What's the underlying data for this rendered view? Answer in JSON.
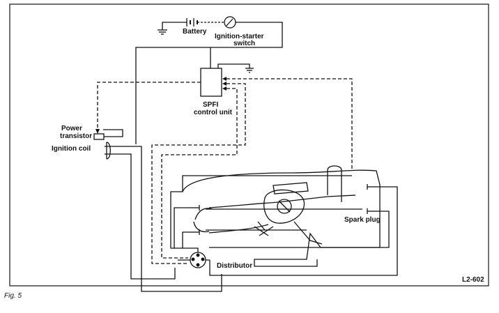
{
  "labels": {
    "battery": "Battery",
    "switch_line1": "Ignition-starter",
    "switch_line2": "switch",
    "ecu_line1": "SPFI",
    "ecu_line2": "control unit",
    "power_transistor_line1": "Power",
    "power_transistor_line2": "transistor",
    "ignition_coil": "Ignition coil",
    "spark_plug": "Spark plug",
    "distributor": "Distributor",
    "figure_code": "L2-602",
    "figure_caption": "Fig. 5"
  },
  "colors": {
    "line": "#111111",
    "background": "#ffffff"
  }
}
